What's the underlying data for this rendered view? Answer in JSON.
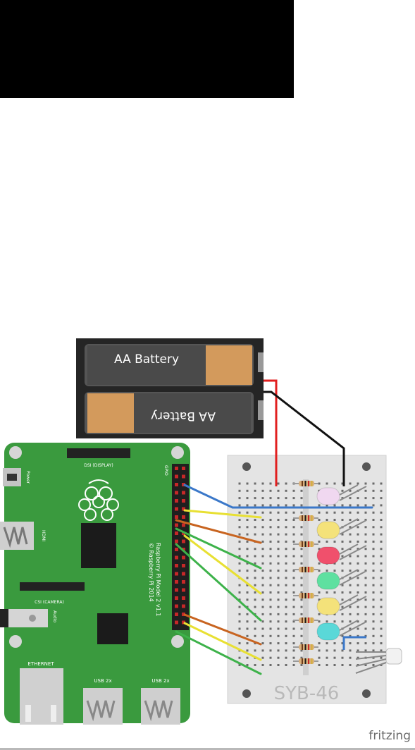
{
  "battery": {
    "label_top": "AA Battery",
    "label_bottom": "AA Battery"
  },
  "pi": {
    "dsi_label": "DSI (DISPLAY)",
    "csi_label": "CSI (CAMERA)",
    "power_label": "Power",
    "hdmi_label": "HDMI",
    "audio_label": "Audio",
    "gpio_label": "GPIO",
    "ethernet_label": "ETHERNET",
    "usb_left_label": "USB 2x",
    "usb_right_label": "USB 2x",
    "model_line1": "Raspberry Pi Model 2 v1.1",
    "model_line2": "© Raspberry Pi 2014",
    "colors": {
      "board": "#3a9a3e",
      "board_dark": "#2f7f33"
    }
  },
  "breadboard": {
    "label": "SYB-46",
    "color": "#e4e4e4",
    "leds": [
      {
        "name": "white",
        "color": "#f0d8f0"
      },
      {
        "name": "yellow",
        "color": "#f4e27a"
      },
      {
        "name": "red",
        "color": "#f0506c"
      },
      {
        "name": "green",
        "color": "#5ee0a0"
      },
      {
        "name": "yellow",
        "color": "#f4e27a"
      },
      {
        "name": "cyan",
        "color": "#5ad8d8"
      }
    ]
  },
  "wire_colors": [
    "#3b78c9",
    "#e8e033",
    "#c86420",
    "#3db24a",
    "#e8e033",
    "#3db24a",
    "#c86420",
    "#e8e033",
    "#3db24a"
  ],
  "footer": {
    "brand": "fritzing"
  }
}
